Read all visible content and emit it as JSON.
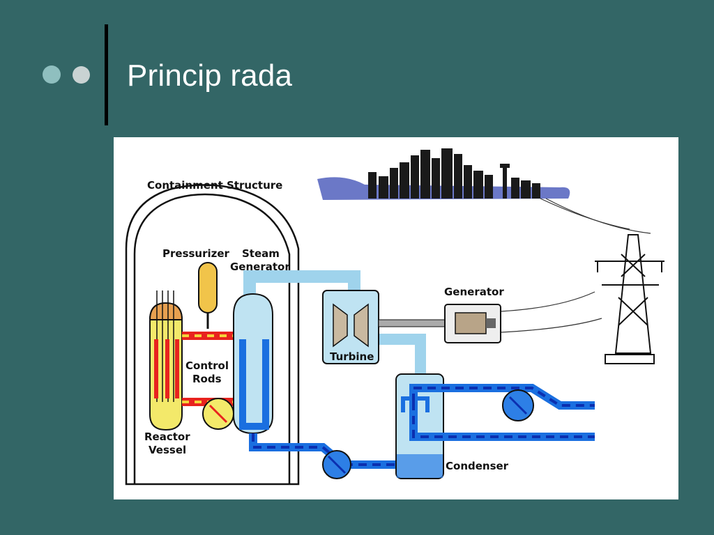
{
  "slide": {
    "title": "Princip rada"
  },
  "diagram": {
    "labels": {
      "containment": "Containment Structure",
      "pressurizer": "Pressurizer",
      "steam_generator_1": "Steam",
      "steam_generator_2": "Generator",
      "generator": "Generator",
      "turbine": "Turbine",
      "control_rods_1": "Control",
      "control_rods_2": "Rods",
      "reactor_vessel_1": "Reactor",
      "reactor_vessel_2": "Vessel",
      "condenser": "Condenser"
    },
    "colors": {
      "background": "#336666",
      "hot_loop": "#e8231e",
      "hot_dash": "#f5d33a",
      "cold_loop": "#1a6fe0",
      "cold_dash": "#0b2fb0",
      "steam": "#bfe3f2"
    }
  }
}
